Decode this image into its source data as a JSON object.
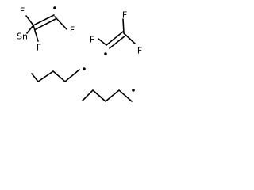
{
  "molecule": {
    "atoms": {
      "sn": "Sn",
      "f1": "F",
      "f2": "F",
      "f3": "F",
      "f4": "F",
      "f5": "F",
      "f6": "F"
    },
    "colors": {
      "ink": "#000000",
      "background": "#ffffff"
    }
  }
}
